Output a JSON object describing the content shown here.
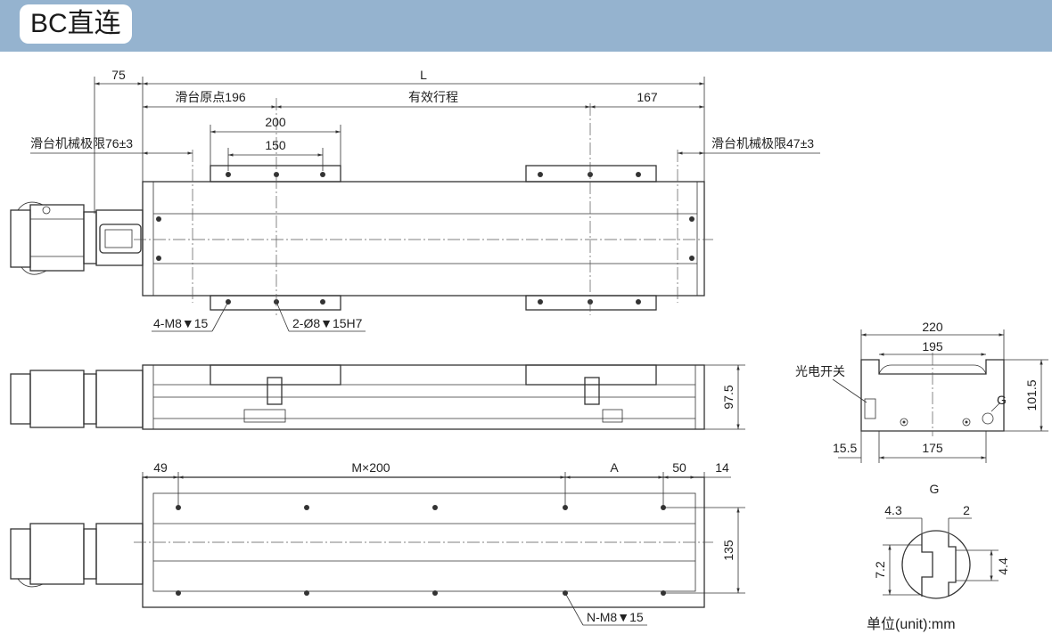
{
  "title": "BC直连",
  "top_view": {
    "dim_75": "75",
    "dim_L": "L",
    "slider_origin": "滑台原点196",
    "stroke": "有效行程",
    "dim_167": "167",
    "dim_200": "200",
    "dim_150": "150",
    "limit_left": "滑台机械极限76±3",
    "limit_right": "滑台机械极限47±3",
    "callout_m8": "4-M8▼15",
    "callout_pin": "2-Ø8▼15H7"
  },
  "side_view": {
    "dim_97_5": "97.5"
  },
  "bottom_view": {
    "dim_49": "49",
    "dim_mx200": "M×200",
    "dim_A": "A",
    "dim_50": "50",
    "dim_14": "14",
    "dim_135": "135",
    "callout_n": "N-M8▼15"
  },
  "end_view": {
    "dim_220": "220",
    "dim_195": "195",
    "dim_101_5": "101.5",
    "dim_175": "175",
    "dim_15_5": "15.5",
    "label_switch": "光电开关",
    "label_g": "G"
  },
  "detail_g": {
    "title": "G",
    "dim_4_3": "4.3",
    "dim_2": "2",
    "dim_7_2": "7.2",
    "dim_4_4": "4.4"
  },
  "unit_note": "单位(unit):mm"
}
